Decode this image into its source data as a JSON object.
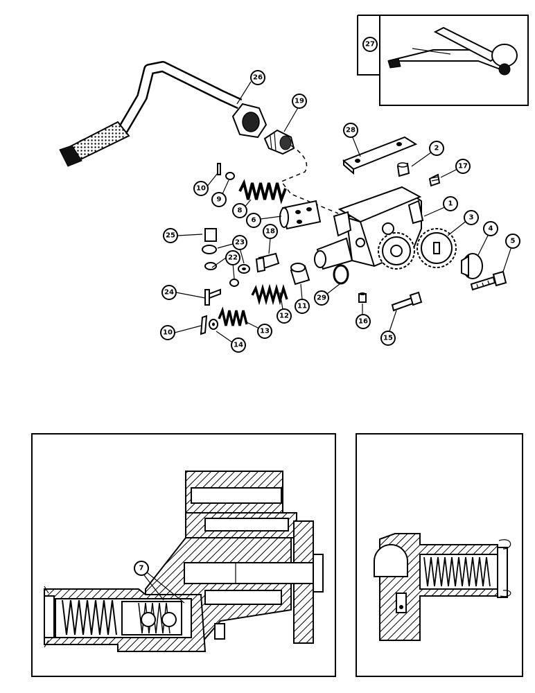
{
  "callouts": {
    "c1": "1",
    "c2": "2",
    "c3": "3",
    "c4": "4",
    "c5": "5",
    "c6": "6",
    "c7": "7",
    "c8": "8",
    "c9": "9",
    "c10a": "10",
    "c10b": "10",
    "c11": "11",
    "c12": "12",
    "c13": "13",
    "c14": "14",
    "c15": "15",
    "c16": "16",
    "c17": "17",
    "c18": "18",
    "c19": "19",
    "c22": "22",
    "c23": "23",
    "c24": "24",
    "c25": "25",
    "c26": "26",
    "c27": "27",
    "c28": "28",
    "c29": "29"
  }
}
